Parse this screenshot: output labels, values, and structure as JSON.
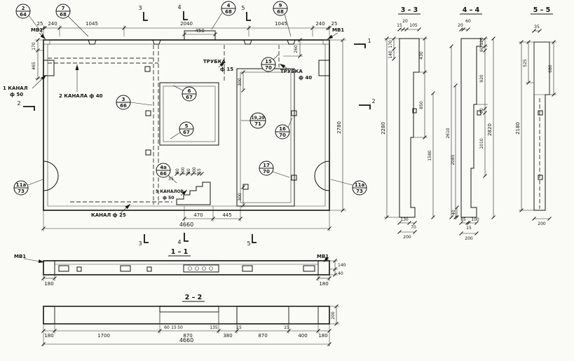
{
  "sheet": {
    "background": "#fafaf7",
    "ink": "#141414"
  },
  "callouts": {
    "c2": {
      "n": "2",
      "d": "64"
    },
    "c7": {
      "n": "7",
      "d": "68"
    },
    "c4": {
      "n": "4",
      "d": "68"
    },
    "c9": {
      "n": "9",
      "d": "68"
    },
    "c3": {
      "n": "3",
      "d": "66"
    },
    "c6": {
      "n": "6",
      "d": "67"
    },
    "c5": {
      "n": "5",
      "d": "67"
    },
    "c15": {
      "n": "15",
      "d": "70"
    },
    "c1920": {
      "n": "19,20",
      "d": "71"
    },
    "c16": {
      "n": "16",
      "d": "70"
    },
    "c17": {
      "n": "17",
      "d": "70"
    },
    "c4a": {
      "n": "4а",
      "d": "66"
    },
    "c11aL": {
      "n": "11а",
      "d": "73"
    },
    "c11aR": {
      "n": "11а",
      "d": "73"
    }
  },
  "marks": {
    "m1": "1",
    "m2": "2",
    "m3": "3",
    "m4": "4",
    "m5": "5"
  },
  "titles": {
    "s11": "1 – 1",
    "s22": "2 – 2",
    "s33": "3 – 3",
    "s44": "4 – 4",
    "s55": "5 – 5"
  },
  "labels": {
    "mv1": "МВ1",
    "kanal1": "1 КАНАЛ",
    "f50": "ф 50",
    "kanala2": "2 КАНАЛА ф 40",
    "trubka": "ТРУБКА",
    "f15": "ф 15",
    "f40": "ф 40",
    "kanalov5": "5 КАНАЛОВ",
    "f50b": "ф 50",
    "kanal25": "КАНАЛ ф 25"
  },
  "dims": {
    "top": [
      "25",
      "240",
      "1045",
      "2040",
      "1045",
      "240",
      "25"
    ],
    "top450": "450",
    "left170": "170",
    "left465": "465",
    "right2780": "2780",
    "right260": "260",
    "door300t": "300",
    "door300b": "300",
    "stairs": [
      "80",
      "100",
      "80",
      "100",
      "55"
    ],
    "stairs35": "35",
    "bot470": "470",
    "bot445": "445",
    "bot4660": "4660",
    "s1_180l": "180",
    "s1_180r": "180",
    "s1_140": "140",
    "s1_40": "40",
    "s2_row": [
      "180",
      "1700",
      "870",
      "380",
      "870",
      "400",
      "180"
    ],
    "s2_small": [
      "60",
      "15",
      "50",
      "135",
      "15",
      "15"
    ],
    "s2_4660": "4660",
    "s2_200": "200",
    "s33_top": [
      "15",
      "20",
      "105"
    ],
    "s33_170": "170",
    "s33_140": "140",
    "s33_2280": "2280",
    "s33_430": "430",
    "s33_850": "850",
    "s33_1580": "1580",
    "s33_bot": [
      "130",
      "70"
    ],
    "s33_200": "200",
    "s44_top": [
      "20",
      "60"
    ],
    "s44_120": "120",
    "s44_60a": "60",
    "s44_920": "920",
    "s44_60b": "60",
    "s44_1010": "1010",
    "s44_2820": "2820",
    "s44_2610": "2610",
    "s44_2085": "2085",
    "s44_bot": [
      "85",
      "15",
      "100"
    ],
    "s44_200": "200",
    "s44_40": "40",
    "s55_35": "35",
    "s55_525": "525",
    "s55_680": "680",
    "s55_2180": "2180",
    "s55_200": "200"
  }
}
